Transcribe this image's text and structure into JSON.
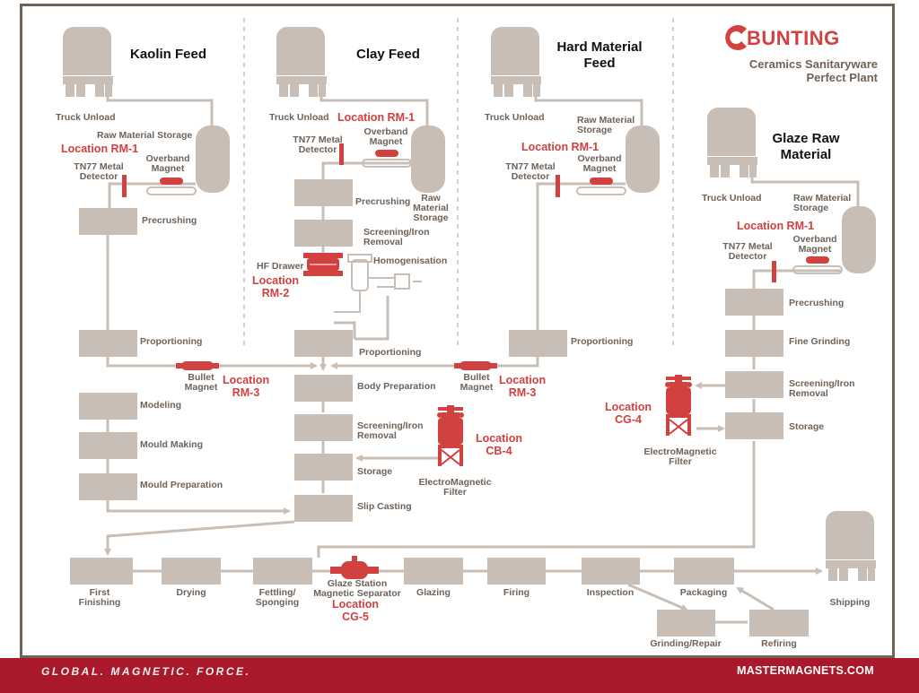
{
  "brand": {
    "name": "BUNTING",
    "subtitle_line1": "Ceramics Sanitaryware",
    "subtitle_line2": "Perfect Plant"
  },
  "footer": {
    "tagline": "GLOBAL. MAGNETIC. FORCE.",
    "url": "MASTERMAGNETS.COM"
  },
  "colors": {
    "accent": "#d0413f",
    "box": "#c9beb5",
    "text": "#6e6259",
    "footer": "#a9192b"
  },
  "sections": {
    "kaolin": {
      "title": "Kaolin Feed",
      "truck": "Truck Unload",
      "storage": "Raw Material Storage",
      "location": "Location RM-1",
      "detector1": "TN77 Metal",
      "detector2": "Detector",
      "magnet1": "Overband",
      "magnet2": "Magnet",
      "precrushing": "Precrushing",
      "proportioning": "Proportioning",
      "bullet1": "Bullet",
      "bullet2": "Magnet",
      "loc3a": "Location",
      "loc3b": "RM-3",
      "modeling": "Modeling",
      "mould_making": "Mould Making",
      "mould_prep": "Mould Preparation"
    },
    "clay": {
      "title": "Clay Feed",
      "truck": "Truck Unload",
      "location": "Location RM-1",
      "magnet1": "Overband",
      "magnet2": "Magnet",
      "detector1": "TN77 Metal",
      "detector2": "Detector",
      "precrushing": "Precrushing",
      "storage1": "Raw",
      "storage2": "Material",
      "storage3": "Storage",
      "screening1": "Screening/Iron",
      "screening2": "Removal",
      "hf_drawer": "HF Drawer",
      "homogenisation": "Homogenisation",
      "loc2a": "Location",
      "loc2b": "RM-2",
      "proportioning": "Proportioning",
      "body_prep": "Body Preparation",
      "screening3": "Screening/Iron",
      "screening4": "Removal",
      "storage": "Storage",
      "em1": "ElectroMagnetic",
      "em2": "Filter",
      "cb1": "Location",
      "cb2": "CB-4",
      "slip_casting": "Slip Casting"
    },
    "hard": {
      "title1": "Hard Material",
      "title2": "Feed",
      "truck": "Truck Unload",
      "storage1": "Raw Material",
      "storage2": "Storage",
      "location": "Location RM-1",
      "detector1": "TN77 Metal",
      "detector2": "Detector",
      "magnet1": "Overband",
      "magnet2": "Magnet",
      "proportioning": "Proportioning",
      "bullet1": "Bullet",
      "bullet2": "Magnet",
      "loc3a": "Location",
      "loc3b": "RM-3"
    },
    "glaze": {
      "title1": "Glaze Raw",
      "title2": "Material",
      "truck": "Truck Unload",
      "storage1": "Raw Material",
      "storage2": "Storage",
      "location": "Location RM-1",
      "detector1": "TN77 Metal",
      "detector2": "Detector",
      "magnet1": "Overband",
      "magnet2": "Magnet",
      "precrushing": "Precrushing",
      "fine_grinding": "Fine Grinding",
      "screening1": "Screening/Iron",
      "screening2": "Removal",
      "storage": "Storage",
      "cg1": "Location",
      "cg2": "CG-4",
      "em1": "ElectroMagnetic",
      "em2": "Filter"
    },
    "finishing": {
      "first1": "First",
      "first2": "Finishing",
      "drying": "Drying",
      "fettling1": "Fettling/",
      "fettling2": "Sponging",
      "gs1": "Glaze Station",
      "gs2": "Magnetic Separator",
      "cg5a": "Location",
      "cg5b": "CG-5",
      "glazing": "Glazing",
      "firing": "Firing",
      "inspection": "Inspection",
      "packaging": "Packaging",
      "shipping": "Shipping",
      "grinding": "Grinding/Repair",
      "refiring": "Refiring"
    }
  }
}
